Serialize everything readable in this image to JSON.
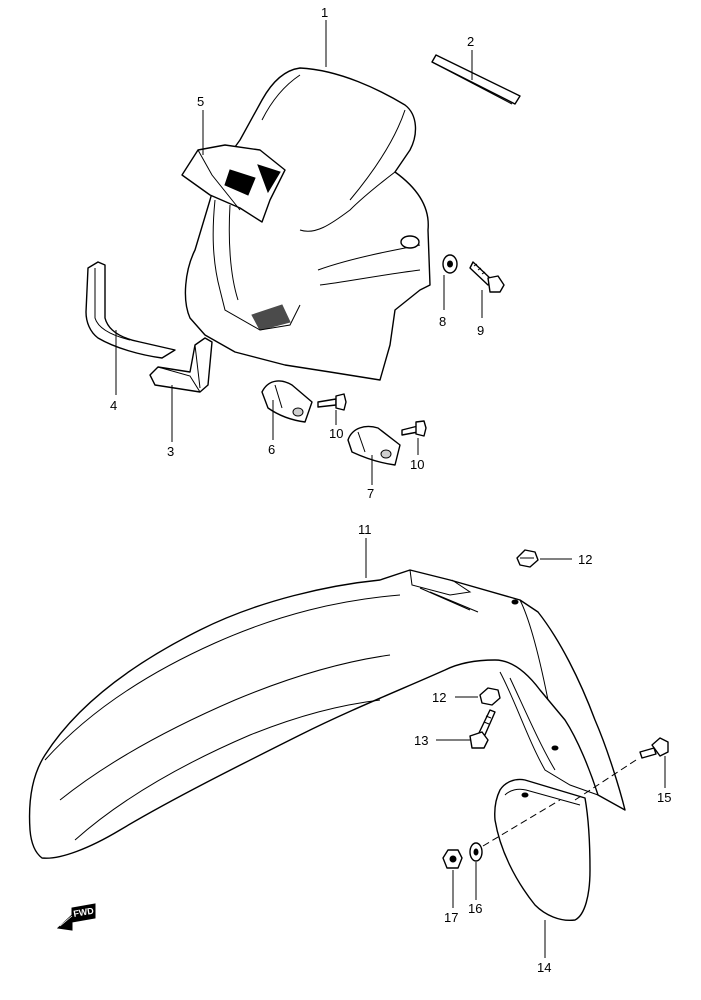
{
  "callouts": {
    "c1": "1",
    "c2": "2",
    "c3": "3",
    "c4": "4",
    "c5": "5",
    "c6": "6",
    "c7": "7",
    "c8": "8",
    "c9": "9",
    "c10a": "10",
    "c10b": "10",
    "c11": "11",
    "c12a": "12",
    "c12b": "12",
    "c13": "13",
    "c14": "14",
    "c15": "15",
    "c16": "16",
    "c17": "17"
  },
  "direction_label": "FWD"
}
